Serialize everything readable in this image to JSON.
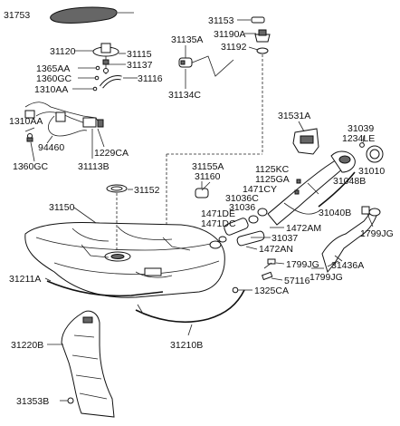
{
  "diagram": {
    "labels": {
      "l31753": "31753",
      "l31153": "31153",
      "l31190A": "31190A",
      "l31192": "31192",
      "l31135A": "31135A",
      "l31120": "31120",
      "l31115": "31115",
      "l1365AA": "1365AA",
      "l31137": "31137",
      "l1360GC_top": "1360GC",
      "l31116": "31116",
      "l1310AA_top": "1310AA",
      "l31134C": "31134C",
      "l1310AA_mid": "1310AA",
      "l94460": "94460",
      "l1360GC_mid": "1360GC",
      "l31113B": "31113B",
      "l1229CA": "1229CA",
      "l31531A": "31531A",
      "l31039": "31039",
      "l1234LE": "1234LE",
      "l31010": "31010",
      "l31048B": "31048B",
      "l31155A": "31155A",
      "l31160": "31160",
      "l1125KC": "1125KC",
      "l1125GA": "1125GA",
      "l1471CY": "1471CY",
      "l31036C": "31036C",
      "l31036": "31036",
      "l31152": "31152",
      "l31040B": "31040B",
      "l31150": "31150",
      "l1471DE": "1471DE",
      "l1471DC": "1471DC",
      "l31037": "31037",
      "l1472AM": "1472AM",
      "l1472AN": "1472AN",
      "l1799JG_r": "1799JG",
      "l1799JG_m": "1799JG",
      "l1799JG_b": "1799JG",
      "l31436A": "31436A",
      "l31211A": "31211A",
      "l57116": "57116",
      "l1325CA": "1325CA",
      "l31220B": "31220B",
      "l31210B": "31210B",
      "l31353B": "31353B"
    }
  }
}
